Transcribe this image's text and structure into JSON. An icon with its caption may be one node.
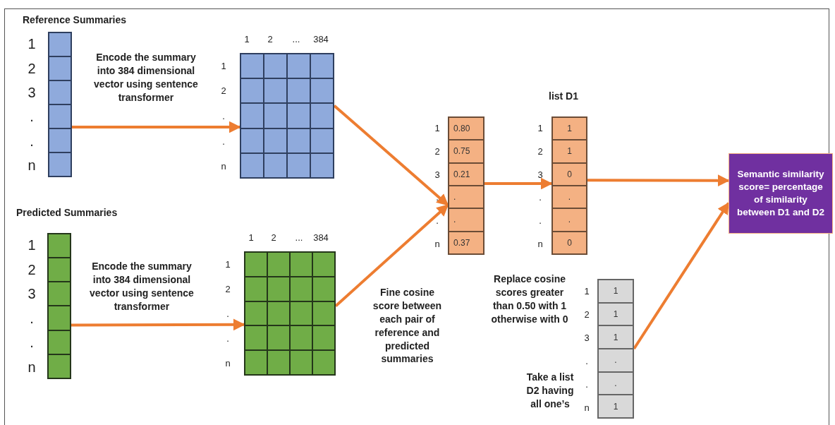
{
  "diagram": {
    "nodes": [
      {
        "text": [
          "Reference Summaries"
        ],
        "beside": [
          "1",
          "2",
          "3",
          ".",
          ".",
          "n"
        ]
      },
      {
        "text": [],
        "shape": "box",
        "beside": [
          "1",
          "2",
          "...",
          "384",
          "1",
          "2",
          ".",
          ".",
          "n"
        ]
      },
      {
        "text": [
          "Predicted Summaries"
        ],
        "beside": [
          "1",
          "2",
          "3",
          ".",
          ".",
          "n"
        ]
      },
      {
        "text": [],
        "shape": "box",
        "beside": [
          "1",
          "2",
          "...",
          "384",
          "1",
          "2",
          ".",
          ".",
          "n"
        ]
      },
      {
        "text": [
          "0.80",
          "0.75",
          "0.21",
          ".",
          ".",
          "0.37"
        ],
        "beside": [
          "1",
          "2",
          "3",
          ".",
          ".",
          "n"
        ]
      },
      {
        "text": [
          "list D1",
          "1",
          "1",
          "0",
          ".",
          ".",
          "0"
        ],
        "beside": [
          "1",
          "2",
          "3",
          ".",
          ".",
          "n"
        ]
      },
      {
        "text": [
          "1",
          "1",
          "1",
          ".",
          ".",
          "1"
        ],
        "beside": [
          "1",
          "2",
          "3",
          ".",
          ".",
          "n"
        ]
      },
      {
        "text": [
          "Semantic similarity score= percentage of similarity between D1 and D2"
        ]
      }
    ],
    "edges": [
      {
        "from": 0,
        "to": 1,
        "arrow": "to",
        "label": "Encode the summary into 384 dimensional vector using sentence transformer"
      },
      {
        "from": 2,
        "to": 3,
        "arrow": "to",
        "label": "Encode the summary into 384 dimensional vector using sentence transformer"
      },
      {
        "from": 1,
        "to": 4,
        "arrow": "to"
      },
      {
        "from": 3,
        "to": 4,
        "arrow": "to"
      },
      {
        "from": 4,
        "to": 5,
        "arrow": "to"
      },
      {
        "from": 5,
        "to": 7,
        "arrow": "to"
      },
      {
        "from": 6,
        "to": 7,
        "arrow": "to"
      }
    ],
    "labels": [
      "Fine cosine score between each pair of reference and predicted summaries",
      "Replace cosine scores greater than 0.50 with 1 otherwise with 0",
      "Take a list D2 having all one’s"
    ]
  }
}
